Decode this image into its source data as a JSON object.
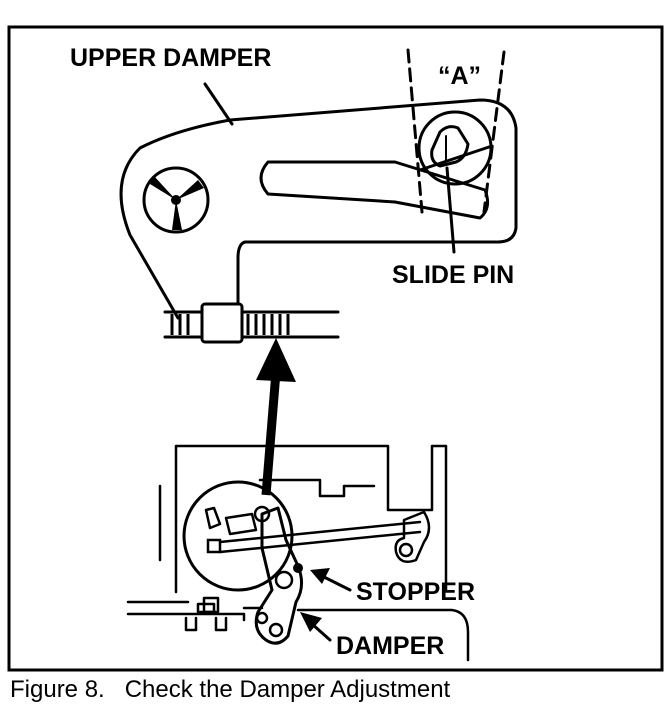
{
  "labels": {
    "upper_damper": "UPPER DAMPER",
    "a": "“A”",
    "slide_pin": "SLIDE PIN",
    "stopper": "STOPPER",
    "damper": "DAMPER"
  },
  "caption": "Figure 8.   Check the Damper Adjustment"
}
